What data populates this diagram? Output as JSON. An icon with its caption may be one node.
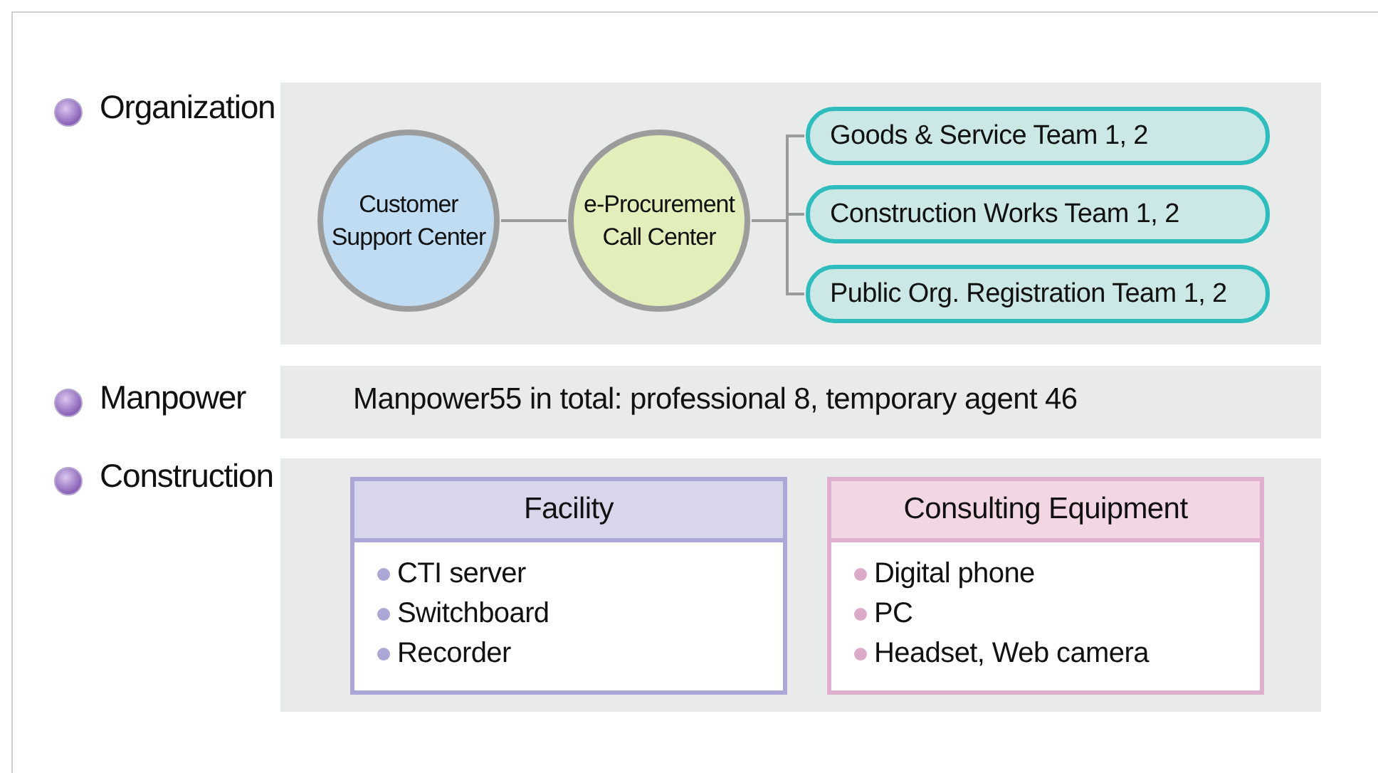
{
  "diagram": {
    "nodes": [
      {
        "text": [
          "Organization"
        ]
      },
      {
        "text": [
          "Customer Support Center"
        ],
        "in": 0
      },
      {
        "text": [
          "e-Procurement Call Center"
        ],
        "in": 0
      },
      {
        "text": [
          "Goods & Service Team 1, 2"
        ],
        "in": 0
      },
      {
        "text": [
          "Construction Works Team 1, 2"
        ],
        "in": 0
      },
      {
        "text": [
          "Public Org. Registration Team 1, 2"
        ],
        "in": 0
      },
      {
        "text": [
          "Manpower",
          "Manpower55 in total: professional 8, temporary agent 46"
        ]
      },
      {
        "text": [
          "Construction"
        ]
      },
      {
        "text": [
          "Facility",
          "CTI server",
          "Switchboard",
          "Recorder"
        ],
        "in": 7
      },
      {
        "text": [
          "Consulting Equipment",
          "Digital phone",
          "PC",
          "Headset, Web camera"
        ],
        "in": 7
      }
    ],
    "edges": [
      {
        "from": 1,
        "to": 2,
        "arrow": "none"
      },
      {
        "from": 2,
        "to": 3,
        "arrow": "none"
      },
      {
        "from": 2,
        "to": 4,
        "arrow": "none"
      },
      {
        "from": 2,
        "to": 5,
        "arrow": "none"
      }
    ]
  }
}
